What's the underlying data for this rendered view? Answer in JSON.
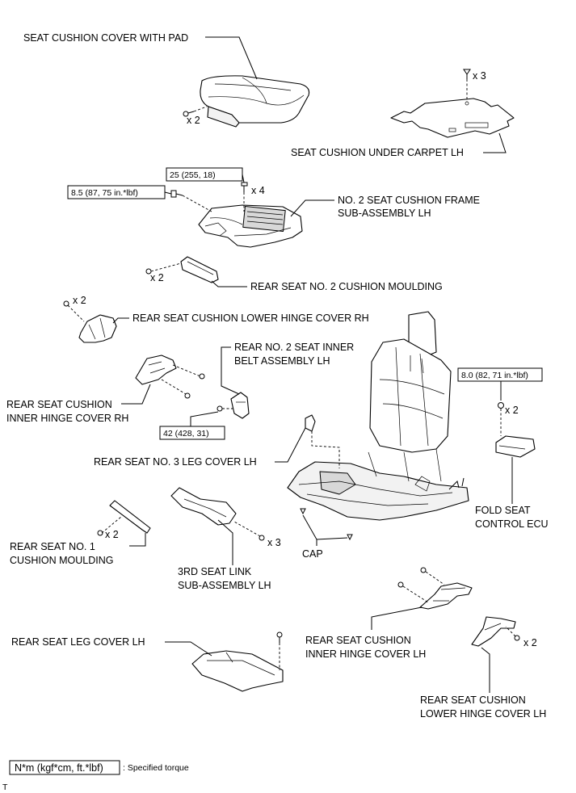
{
  "labels": {
    "seat_cushion_cover": "SEAT CUSHION COVER WITH PAD",
    "under_carpet": "SEAT CUSHION UNDER CARPET LH",
    "frame_line1": "NO. 2 SEAT CUSHION FRAME",
    "frame_line2": "SUB-ASSEMBLY LH",
    "no2_moulding": "REAR SEAT NO. 2 CUSHION MOULDING",
    "lower_hinge_cover_rh": "REAR SEAT CUSHION LOWER HINGE COVER RH",
    "inner_belt_line1": "REAR NO. 2 SEAT INNER",
    "inner_belt_line2": "BELT ASSEMBLY LH",
    "inner_hinge_rh_line1": "REAR SEAT CUSHION",
    "inner_hinge_rh_line2": "INNER HINGE COVER RH",
    "no3_leg_cover": "REAR SEAT NO. 3 LEG COVER LH",
    "fold_ecu_line1": "FOLD SEAT",
    "fold_ecu_line2": "CONTROL ECU",
    "no1_moulding_line1": "REAR SEAT NO. 1",
    "no1_moulding_line2": "CUSHION MOULDING",
    "link_line1": "3RD SEAT LINK",
    "link_line2": "SUB-ASSEMBLY LH",
    "cap": "CAP",
    "leg_cover_lh": "REAR SEAT LEG COVER LH",
    "inner_hinge_lh_line1": "REAR SEAT CUSHION",
    "inner_hinge_lh_line2": "INNER HINGE COVER LH",
    "lower_hinge_lh_line1": "REAR SEAT CUSHION",
    "lower_hinge_lh_line2": "LOWER HINGE COVER LH"
  },
  "quantities": {
    "cover_screws": "x 2",
    "carpet_clips": "x 3",
    "frame_bolts": "x 4",
    "no2_moulding_screws": "x 2",
    "hinge_rh_screws": "x 2",
    "ecu_nuts": "x 2",
    "no1_moulding_screws": "x 2",
    "link_screws": "x 3",
    "hinge_lh_screws": "x 2"
  },
  "torques": {
    "frame_top": "25 (255, 18)",
    "frame_side": "8.5 (87, 75 in.*lbf)",
    "ecu": "8.0 (82, 71 in.*lbf)",
    "belt": "42 (428, 31)"
  },
  "legend": {
    "unit": "N*m (kgf*cm, ft.*lbf)",
    "text": ": Specified torque"
  },
  "corner_mark": "T"
}
